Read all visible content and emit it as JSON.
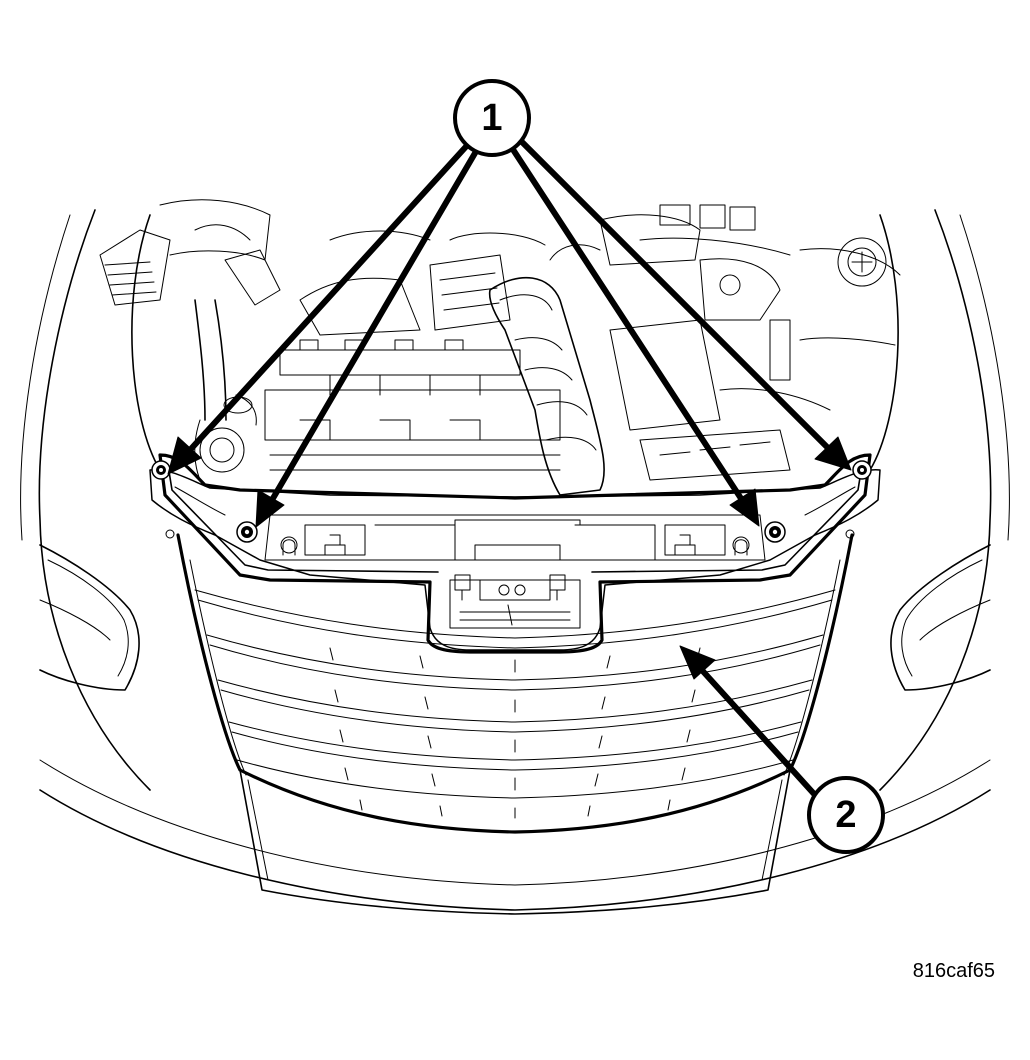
{
  "callouts": [
    {
      "number": "1"
    },
    {
      "number": "2"
    }
  ],
  "figure_id": "816caf65"
}
